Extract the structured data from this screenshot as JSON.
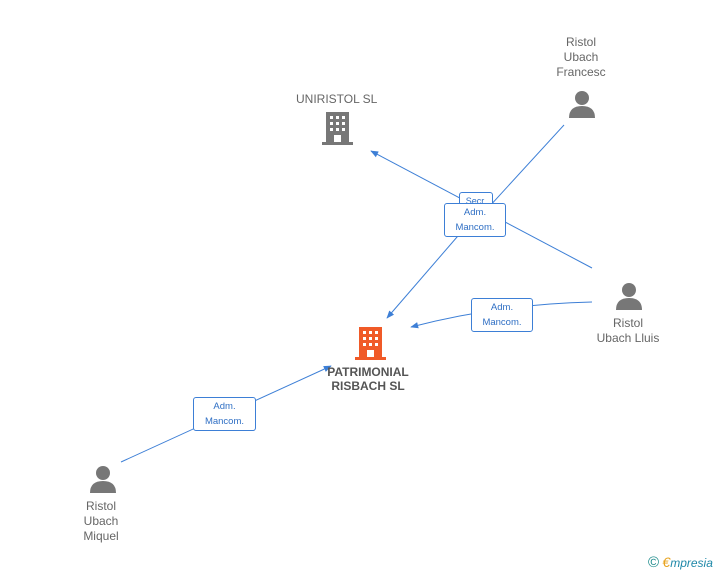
{
  "nodes": {
    "uniristol": {
      "name": "UNIRISTOL SL",
      "type": "company",
      "color": "#777777"
    },
    "patrimonial": {
      "name_lines": [
        "PATRIMONIAL",
        "RISBACH SL"
      ],
      "type": "company-main",
      "color": "#f05a28"
    },
    "francesc": {
      "name_lines": [
        "Ristol",
        "Ubach",
        "Francesc"
      ],
      "type": "person",
      "color": "#777777"
    },
    "lluis": {
      "name_lines": [
        "Ristol",
        "Ubach Lluis"
      ],
      "type": "person",
      "color": "#777777"
    },
    "miquel": {
      "name_lines": [
        "Ristol",
        "Ubach",
        "Miquel"
      ],
      "type": "person",
      "color": "#777777"
    }
  },
  "edges": {
    "secr": {
      "label_lines": [
        "Secr."
      ]
    },
    "francesc_to_patrimonial": {
      "label_lines": [
        "Adm.",
        "Mancom."
      ]
    },
    "lluis_to_patrimonial": {
      "label_lines": [
        "Adm.",
        "Mancom."
      ]
    },
    "miquel_to_patrimonial": {
      "label_lines": [
        "Adm.",
        "Mancom."
      ]
    }
  },
  "colors": {
    "edge": "#3d7fd6",
    "person_icon": "#777777",
    "building_gray": "#777777",
    "building_main": "#f05a28"
  },
  "footer": {
    "copyright_symbol": "©",
    "brand_initial": "€",
    "brand_rest": "mpresia"
  }
}
